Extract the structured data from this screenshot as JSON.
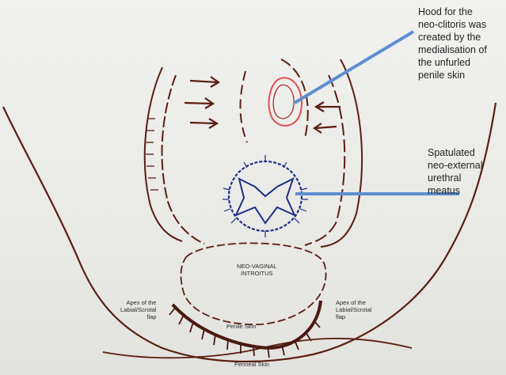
{
  "labels": {
    "hood": "Hood for the\nneo-clitoris was\ncreated by the\nmedialisation of\nthe unfurled\npenile skin",
    "meatus": "Spatulated\nneo-external\nurethral\nmeatus",
    "introitus": "NEO-VAGINAL\nINTROITUS",
    "apex_left": "Apex of the\nLabial/Scrotal\nflap",
    "apex_right": "Apex of the\nLabial/Scrotal\nflap",
    "penile_skin": "Penile Skin",
    "perineal_skin": "Perineal Skin"
  },
  "colors": {
    "ink_brown": "#5a1e12",
    "ink_blue": "#1f2f86",
    "pointer_blue": "#5a8fd0",
    "ink_red": "#e05050",
    "paper": "#eeeeeb"
  }
}
